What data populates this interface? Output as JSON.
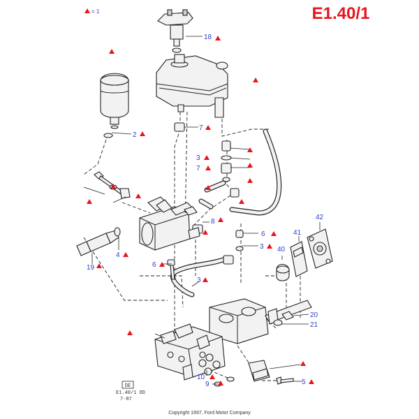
{
  "header": {
    "title": "E1.40/1",
    "legend_text": "= 1"
  },
  "colors": {
    "marker": "#e8141c",
    "callout": "#2b3fcf",
    "title": "#e8141c"
  },
  "callouts": [
    {
      "id": "c18",
      "label": "18"
    },
    {
      "id": "c2",
      "label": "2"
    },
    {
      "id": "c7a",
      "label": "7"
    },
    {
      "id": "c3a",
      "label": "3"
    },
    {
      "id": "c7b",
      "label": "7"
    },
    {
      "id": "c8",
      "label": "8"
    },
    {
      "id": "c6a",
      "label": "6"
    },
    {
      "id": "c3b",
      "label": "3"
    },
    {
      "id": "c41",
      "label": "41"
    },
    {
      "id": "c42",
      "label": "42"
    },
    {
      "id": "c40",
      "label": "40"
    },
    {
      "id": "c4",
      "label": "4"
    },
    {
      "id": "c19",
      "label": "19"
    },
    {
      "id": "c6b",
      "label": "6"
    },
    {
      "id": "c3c",
      "label": "3"
    },
    {
      "id": "c20",
      "label": "20"
    },
    {
      "id": "c21",
      "label": "21"
    },
    {
      "id": "c10",
      "label": "10"
    },
    {
      "id": "c9",
      "label": "9"
    },
    {
      "id": "c5",
      "label": "5"
    }
  ],
  "reference_box": {
    "code": "DE",
    "line1": "E1.40/1 DD",
    "line2": "7-87"
  },
  "footer": {
    "copyright": "Copyright 1997, Ford Motor Company"
  }
}
